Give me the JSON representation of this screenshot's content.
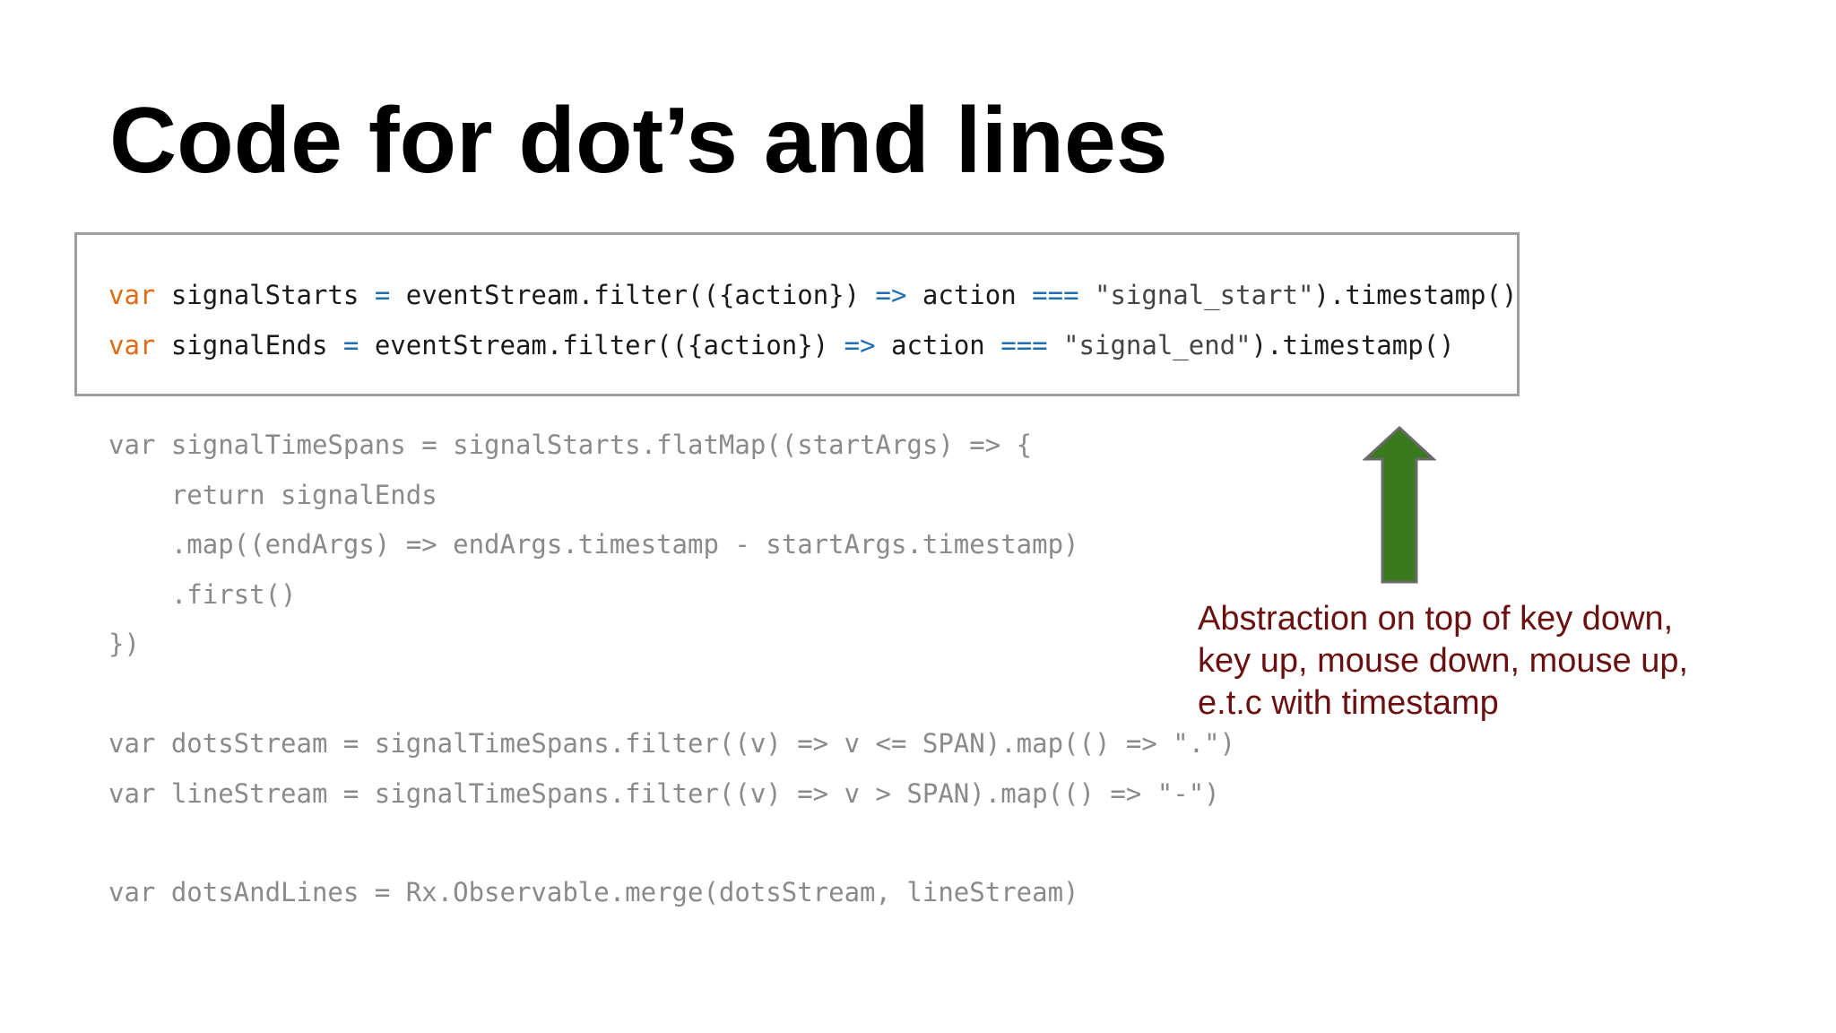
{
  "slide": {
    "title": "Code for dot’s and lines"
  },
  "code": {
    "highlighted": [
      {
        "keyword": "var",
        "name": " signalStarts ",
        "eq": "=",
        "head": " eventStream.filter(({action}) ",
        "arrow": "=>",
        "mid": " action ",
        "cmp": "===",
        "string": " \"signal_start\"",
        "tail": ").timestamp()"
      },
      {
        "keyword": "var",
        "name": " signalEnds ",
        "eq": "=",
        "head": " eventStream.filter(({action}) ",
        "arrow": "=>",
        "mid": " action ",
        "cmp": "===",
        "string": " \"signal_end\"",
        "tail": ").timestamp()"
      }
    ],
    "dimmed": [
      "var signalTimeSpans = signalStarts.flatMap((startArgs) => {",
      "    return signalEnds",
      "    .map((endArgs) => endArgs.timestamp - startArgs.timestamp)",
      "    .first()",
      "})",
      "var dotsStream = signalTimeSpans.filter((v) => v <= SPAN).map(() => \".\")",
      "var lineStream = signalTimeSpans.filter((v) => v > SPAN).map(() => \"-\")",
      "var dotsAndLines = Rx.Observable.merge(dotsStream, lineStream)"
    ]
  },
  "annotation": {
    "lines": [
      "Abstraction on top of key down,",
      "key up, mouse down, mouse up,",
      "e.t.c with timestamp"
    ]
  },
  "colors": {
    "keyword": "#e36a10",
    "operator": "#1f6fb2",
    "dimmed_code": "#8a8a8a",
    "annotation_text": "#6b1010",
    "arrow_fill": "#3a7a1e",
    "arrow_stroke": "#6a6a6a",
    "box_border": "#9e9e9e"
  },
  "icons": {
    "arrow": "up-arrow-icon"
  }
}
